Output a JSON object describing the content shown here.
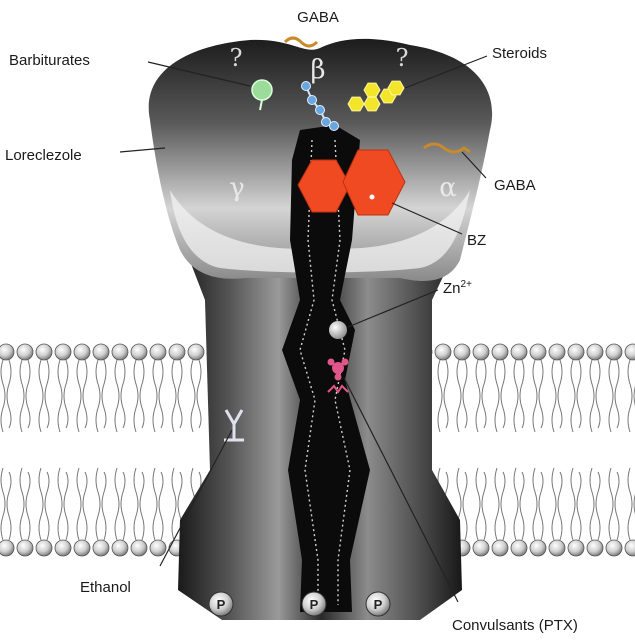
{
  "labels": {
    "gaba_top": "GABA",
    "barbiturates": "Barbiturates",
    "steroids": "Steroids",
    "loreclezole": "Loreclezole",
    "gaba_right": "GABA",
    "bz": "BZ",
    "zinc": "Zn",
    "zinc_sup": "2+",
    "ethanol": "Ethanol",
    "convulsants": "Convulsants (PTX)"
  },
  "subunits": {
    "beta": "β",
    "gamma": "γ",
    "alpha": "α"
  },
  "unknown_mark": "?",
  "phospho": "P",
  "colors": {
    "receptor_dark": "#111111",
    "receptor_mid": "#6e6e6e",
    "receptor_light": "#e6e6e6",
    "bz_site": "#f04a23",
    "steroid": "#f2e52a",
    "barbiturate": "#9bdc9b",
    "gaba": "#c88a2a",
    "loreclezole_chain": "#6aa6e0",
    "ptx": "#e2558a"
  }
}
